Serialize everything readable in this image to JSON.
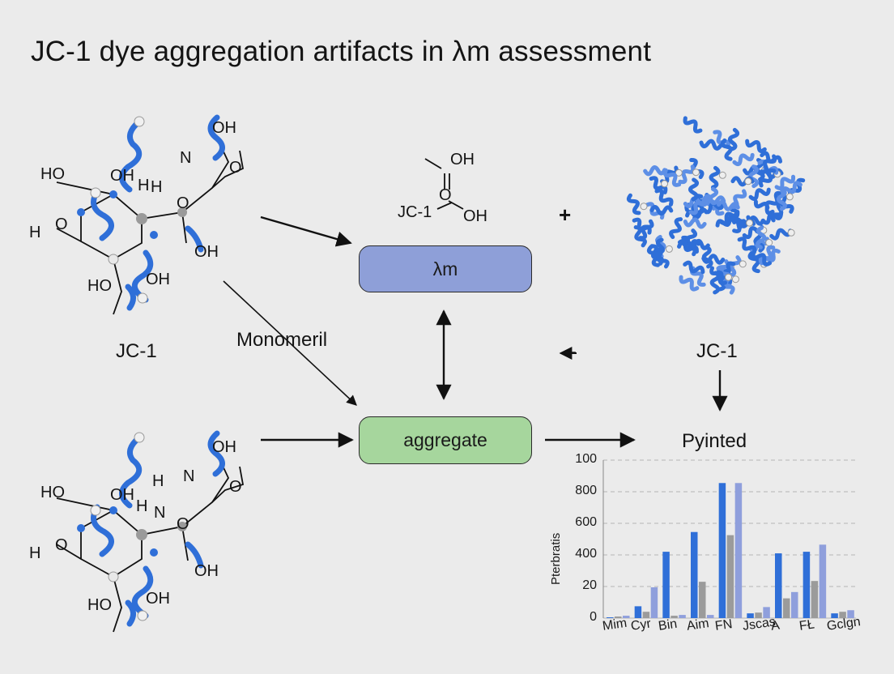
{
  "title": "JC-1 dye aggregation artifacts in λm assessment",
  "nodes": {
    "lambda": "λm",
    "aggregate": "aggregate"
  },
  "labels": {
    "jc1_left": "JC-1",
    "monomeril": "Monomeril",
    "jc1_right": "JC-1",
    "pyinted": "Pyinted",
    "plus_top": "+",
    "plus_mid": "+"
  },
  "center_molecule": {
    "oh_top": "OH",
    "jc1": "JC-1",
    "oh_bottom": "OH",
    "o_dbl": "O"
  },
  "molecule_top": [
    "OH",
    "N",
    "HO",
    "OH",
    "H",
    "O",
    "H",
    "O",
    "OH",
    "HO",
    "OH",
    "H",
    "O"
  ],
  "molecule_bottom": [
    "OH",
    "N",
    "HO",
    "OH",
    "H",
    "O",
    "H",
    "O",
    "OH",
    "HO",
    "OH",
    "H",
    "N",
    "O"
  ],
  "icons": [
    "molecule-icon",
    "aggregate-sphere-icon",
    "arrow-icon"
  ],
  "colors": {
    "background": "#ebebeb",
    "lambda_box": "#8e9fd8",
    "aggregate_box": "#a6d69d",
    "helix_blue": "#2f6fd8",
    "bar_blue": "#2f6fd8",
    "bar_gray": "#9b9b9b",
    "bar_lavender": "#8f9fdc"
  },
  "chart_data": {
    "type": "bar",
    "title": "Pyinted",
    "ylabel": "Pterbratis",
    "xlabel": "",
    "y_tick_labels": [
      "100",
      "800",
      "600",
      "400",
      "20",
      "0"
    ],
    "categories": [
      "Mim",
      "Cyr",
      "Bin",
      "Aim",
      "FN",
      "Jscas",
      "A",
      "FŁ",
      "Gclgn"
    ],
    "ylim": [
      0,
      1000
    ],
    "grid": "horizontal-dashed",
    "series": [
      {
        "values": [
          5,
          75,
          420,
          545,
          855,
          30,
          410,
          420,
          30
        ]
      },
      {
        "values": [
          10,
          40,
          15,
          230,
          525,
          35,
          125,
          235,
          40
        ]
      },
      {
        "values": [
          15,
          195,
          20,
          20,
          855,
          70,
          165,
          465,
          50
        ]
      }
    ]
  }
}
